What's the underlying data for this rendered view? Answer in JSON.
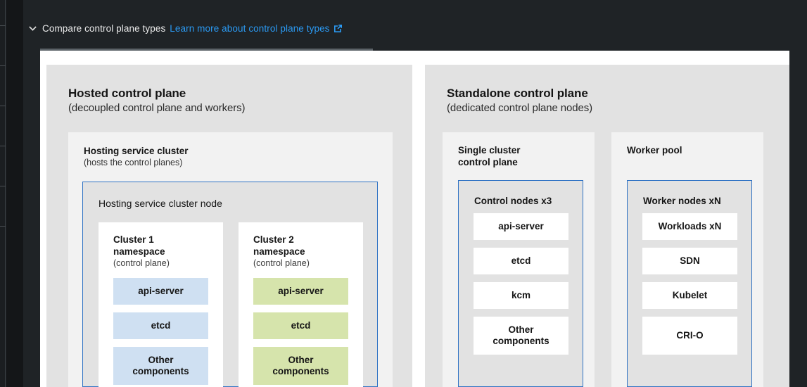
{
  "accordion": {
    "chevron_icon": "chevron-down-icon",
    "title": "Compare control plane types",
    "link_label": "Learn more about control plane types",
    "link_icon": "external-link-icon",
    "link_color": "#2b9af3",
    "background": "#1f2326"
  },
  "diagram": {
    "canvas_background": "#ffffff",
    "panel_background": "#e2e2e2",
    "subpanel_background": "#f2f2f2",
    "node_border_color": "#2f72c4",
    "chip_blue": "#cfe0f2",
    "chip_green": "#d6e4ac",
    "panels": [
      {
        "id": "hosted",
        "title": "Hosted control plane",
        "subtitle": "(decoupled control plane and workers)",
        "subpanels": [
          {
            "id": "hosting-service-cluster",
            "title": "Hosting service cluster",
            "subtitle": "(hosts the control planes)",
            "node": {
              "label": "Hosting service cluster node",
              "namespaces": [
                {
                  "title": "Cluster 1\nnamespace",
                  "title_line1": "Cluster 1",
                  "title_line2": "namespace",
                  "subtitle": "(control plane)",
                  "chip_style": "blue",
                  "components": [
                    {
                      "label": "api-server"
                    },
                    {
                      "label": "etcd"
                    },
                    {
                      "label_line1": "Other",
                      "label_line2": "components"
                    }
                  ]
                },
                {
                  "title": "Cluster 2\nnamespace",
                  "title_line1": "Cluster 2",
                  "title_line2": "namespace",
                  "subtitle": "(control plane)",
                  "chip_style": "green",
                  "components": [
                    {
                      "label": "api-server"
                    },
                    {
                      "label": "etcd"
                    },
                    {
                      "label_line1": "Other",
                      "label_line2": "components"
                    }
                  ]
                }
              ]
            }
          }
        ]
      },
      {
        "id": "standalone",
        "title": "Standalone control plane",
        "subtitle": "(dedicated control plane nodes)",
        "subpanels": [
          {
            "id": "single-cluster-control-plane",
            "title_line1": "Single cluster",
            "title_line2": "control plane",
            "node": {
              "label": "Control nodes  x3",
              "chip_style": "white",
              "components": [
                {
                  "label": "api-server"
                },
                {
                  "label": "etcd"
                },
                {
                  "label": "kcm"
                },
                {
                  "label_line1": "Other",
                  "label_line2": "components"
                }
              ]
            }
          },
          {
            "id": "worker-pool",
            "title_line1": "Worker pool",
            "title_line2": "",
            "node": {
              "label": "Worker nodes  xN",
              "chip_style": "white",
              "components": [
                {
                  "label": "Workloads  xN"
                },
                {
                  "label": "SDN"
                },
                {
                  "label": "Kubelet"
                },
                {
                  "label": "CRI-O"
                }
              ]
            }
          }
        ]
      }
    ]
  }
}
